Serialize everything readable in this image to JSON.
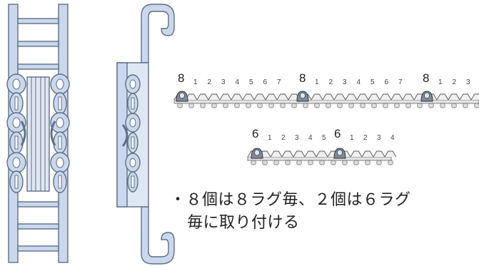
{
  "colors": {
    "chain_fill": "#c9d8ec",
    "chain_stroke": "#5f6f86",
    "lug_fill": "#e2e2e2",
    "lug_stroke": "#666666"
  },
  "icons": [
    "ladder-chain-front-icon",
    "hook-chain-side-icon",
    "lug-belt-8-icon",
    "lug-belt-6-icon"
  ],
  "row8": {
    "big_label": "8",
    "small_labels": [
      "1",
      "2",
      "3",
      "4",
      "5",
      "6",
      "7"
    ]
  },
  "row6": {
    "big_label": "6",
    "small_labels": [
      "1",
      "2",
      "3",
      "4",
      "5"
    ]
  },
  "note": {
    "line1": "・８個は８ラグ毎、２個は６ラグ",
    "line2": "毎に取り付ける"
  }
}
